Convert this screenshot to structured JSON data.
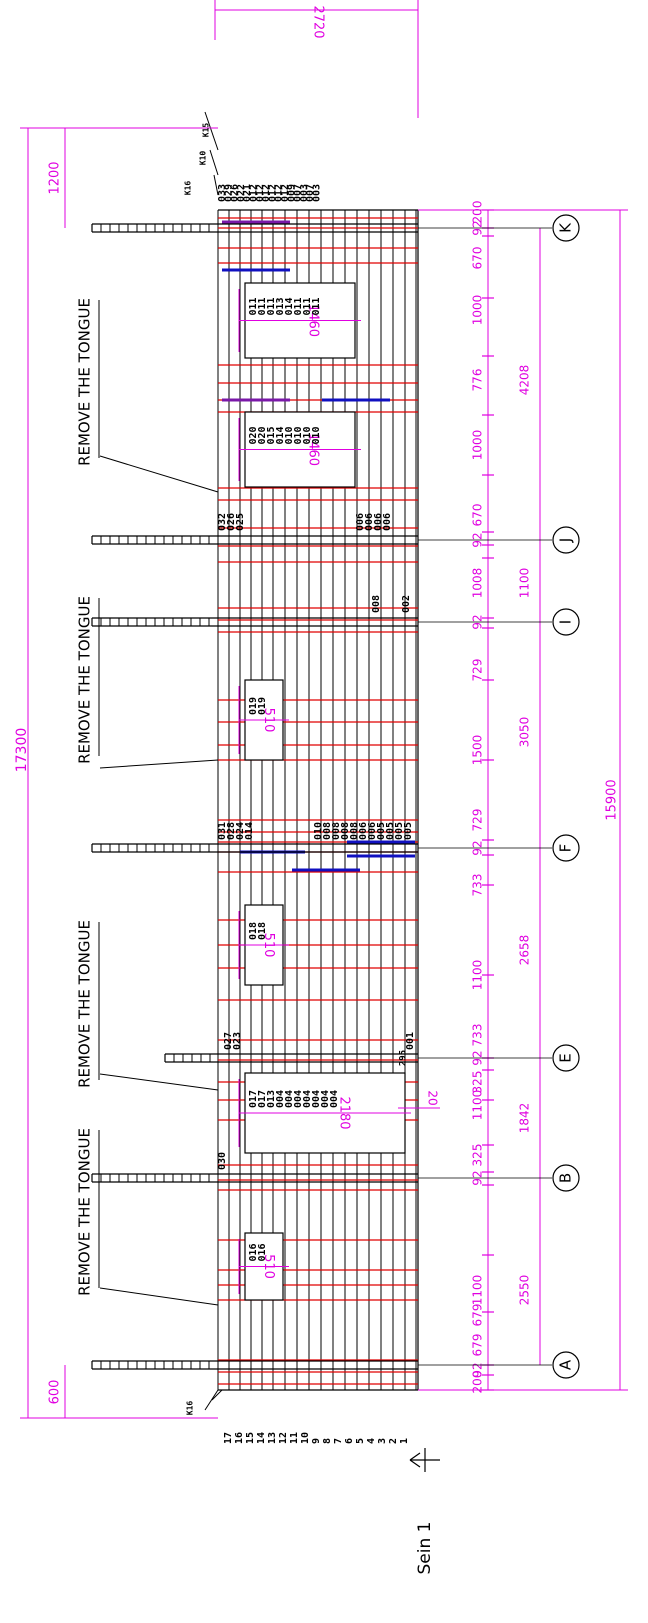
{
  "colors": {
    "line": "#000000",
    "dimension": "#e000e0",
    "stud": "#e00000",
    "insulation_bar": "#1010c0",
    "purple_bar": "#7a18a8"
  },
  "sheet_label": "Sein 1",
  "north_arrow": "north-arrow-icon",
  "remove_tongue": [
    "REMOVE THE TONGUE",
    "REMOVE THE TONGUE",
    "REMOVE THE TONGUE",
    "REMOVE THE TONGUE"
  ],
  "overall_dims": {
    "total_length": "17300",
    "grid_total": "15900",
    "top_overhang": "1200",
    "bottom_overhang": "600",
    "roof_depth": "2720",
    "opening_offset": "20",
    "opening_offset_pos": "295"
  },
  "grid_axes": [
    "A",
    "B",
    "E",
    "F",
    "I",
    "J",
    "K"
  ],
  "grid_spans": [
    "2550",
    "1842",
    "2658",
    "3050",
    "1100",
    "4208"
  ],
  "segment_dims": [
    "200",
    "92",
    "679",
    "679",
    "1100",
    "92",
    "325",
    "1100",
    "325",
    "92",
    "733",
    "1100",
    "733",
    "92",
    "729",
    "1500",
    "729",
    "92",
    "1008",
    "92",
    "670",
    "1000",
    "776",
    "1000",
    "670",
    "92",
    "200"
  ],
  "opening_widths": [
    "510",
    "2180",
    "510",
    "510",
    "1460",
    "1460"
  ],
  "opening_parts": [
    [
      "016",
      "016"
    ],
    [
      "017",
      "017",
      "013",
      "004",
      "004",
      "004",
      "004",
      "004",
      "004",
      "004"
    ],
    [
      "018",
      "018"
    ],
    [
      "019",
      "019"
    ],
    [
      "020",
      "020",
      "015",
      "014",
      "010",
      "010",
      "010",
      "010"
    ],
    [
      "011",
      "011",
      "011",
      "013",
      "014",
      "011",
      "011",
      "011"
    ]
  ],
  "column_part_labels": {
    "col_F_top": [
      "031",
      "028",
      "024",
      "014"
    ],
    "col_F_bottom": [
      "010",
      "008",
      "008",
      "008",
      "008",
      "006",
      "006",
      "005",
      "005",
      "005",
      "005"
    ],
    "col_E_top": [
      "027",
      "023"
    ],
    "col_E_bottom": [
      "001"
    ],
    "col_B_top": [
      "030"
    ],
    "col_I_bottom": [
      "008",
      "002"
    ],
    "col_J_top": [
      "032",
      "026",
      "025"
    ],
    "col_J_bottom": [
      "006",
      "006",
      "006",
      "006"
    ],
    "col_K_top": [
      "033",
      "029",
      "026",
      "022",
      "021",
      "012",
      "012",
      "012",
      "012",
      "012",
      "012",
      "009",
      "007",
      "003",
      "007",
      "003"
    ]
  },
  "corner_labels": [
    "K16",
    "K10",
    "K15",
    "K16"
  ],
  "row_numbers": [
    "17",
    "16",
    "15",
    "14",
    "13",
    "12",
    "11",
    "10",
    "9",
    "8",
    "7",
    "6",
    "5",
    "4",
    "3",
    "2",
    "1"
  ]
}
